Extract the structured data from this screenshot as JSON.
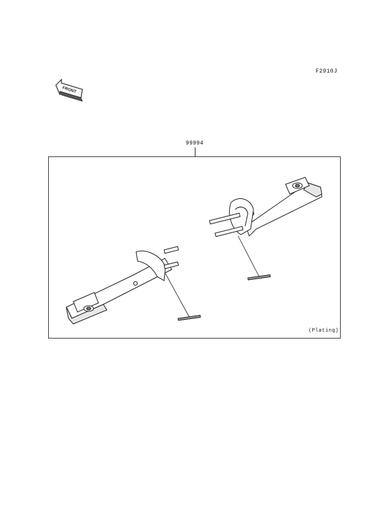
{
  "diagram": {
    "id": "F2910J",
    "front_label": "FRONT"
  },
  "callouts": [
    {
      "part_number": "99994"
    }
  ],
  "notes": {
    "finish": "(Plating)"
  }
}
